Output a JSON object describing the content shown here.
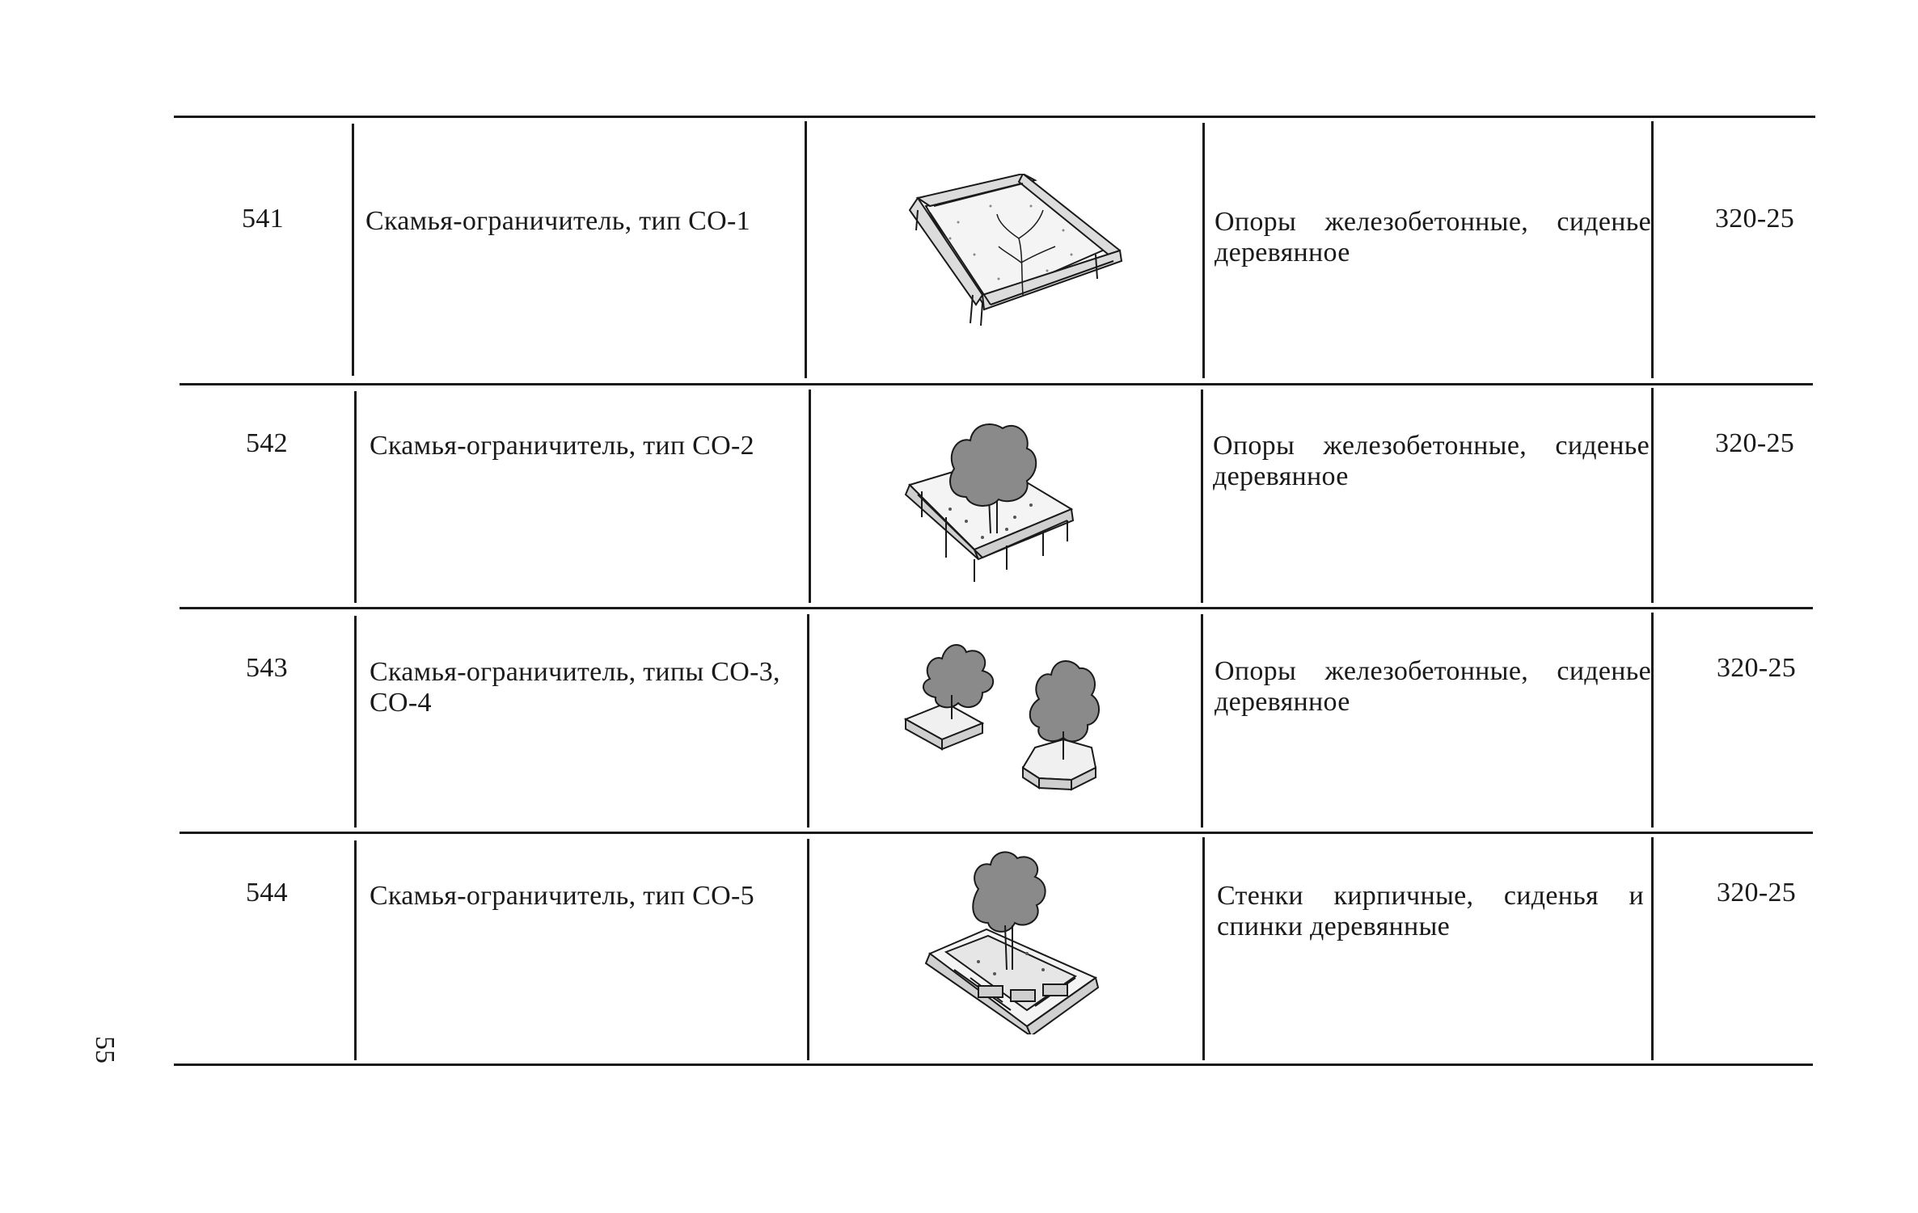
{
  "page_number": "55",
  "rows": [
    {
      "number": "541",
      "name": "Скамья-ограничитель, тип СО-1",
      "description": "Опоры железобетонные, сиденье деревянное",
      "code": "320-25",
      "illustration": "square-bench-sketch"
    },
    {
      "number": "542",
      "name": "Скамья-ограничитель, тип СО-2",
      "description": "Опоры железобетонные, сиденье деревянное",
      "code": "320-25",
      "illustration": "square-bench-with-tree"
    },
    {
      "number": "543",
      "name": "Скамья-ограничитель, типы СО-3, СО-4",
      "description": "Опоры железобетонные, сиденье деревянное",
      "code": "320-25",
      "illustration": "square-and-hexagonal-benches-with-trees"
    },
    {
      "number": "544",
      "name": "Скамья-ограничитель, тип СО-5",
      "description": "Стенки кирпичные, сиденья и спинки деревянные",
      "code": "320-25",
      "illustration": "brick-bench-with-tree"
    }
  ]
}
